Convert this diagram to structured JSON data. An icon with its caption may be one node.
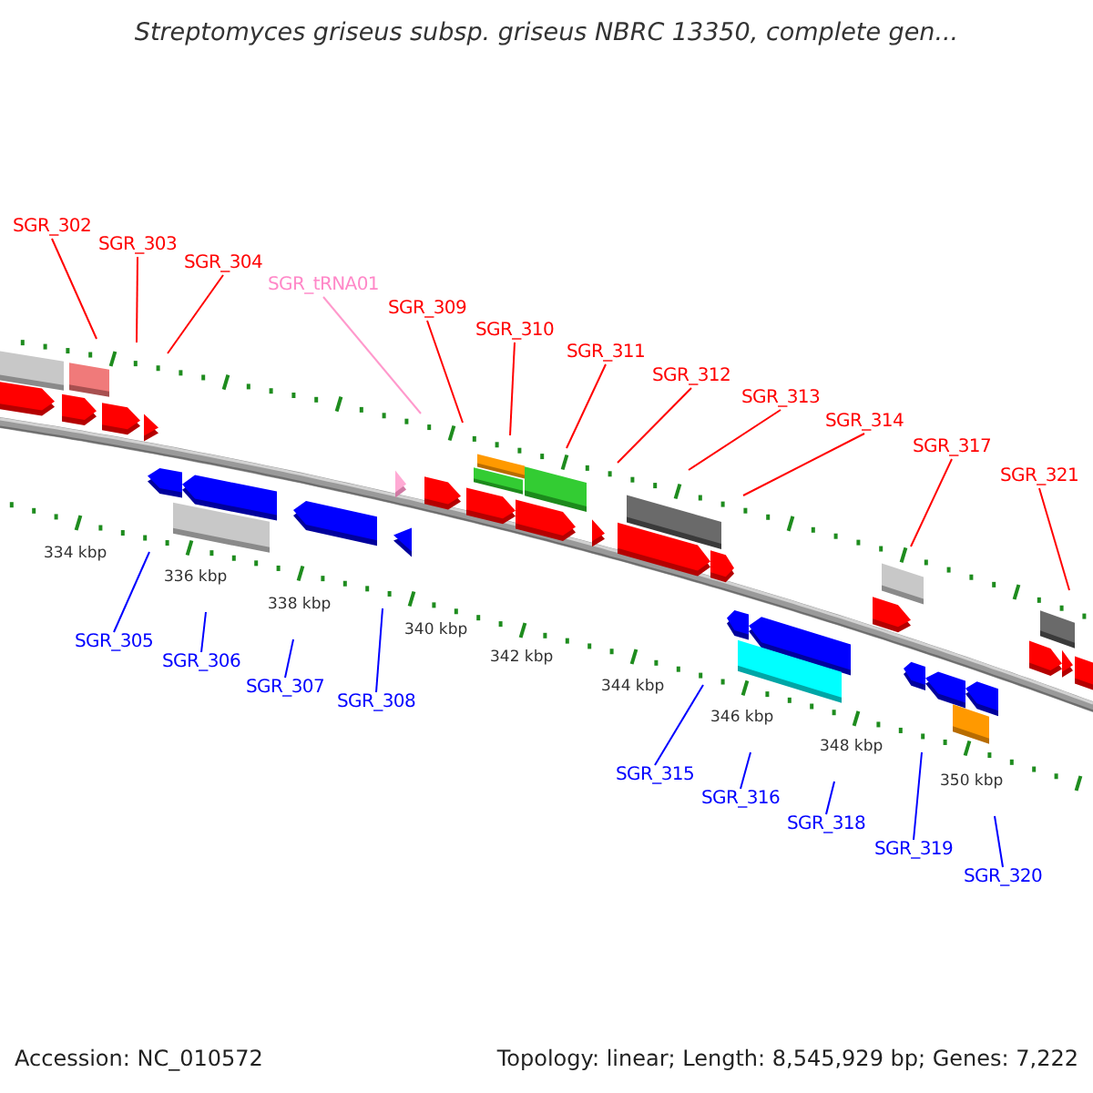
{
  "diagram": {
    "title": "Streptomyces griseus subsp. griseus NBRC 13350, complete gen...",
    "nodes": [
      {
        "text": [
          "SGR_302"
        ]
      },
      {
        "text": [
          "SGR_303"
        ]
      },
      {
        "text": [
          "SGR_304"
        ]
      },
      {
        "text": [
          "SGR_tRNA01"
        ]
      },
      {
        "text": [
          "SGR_309"
        ]
      },
      {
        "text": [
          "SGR_310"
        ]
      },
      {
        "text": [
          "SGR_311"
        ]
      },
      {
        "text": [
          "SGR_312"
        ]
      },
      {
        "text": [
          "SGR_313"
        ]
      },
      {
        "text": [
          "SGR_314"
        ]
      },
      {
        "text": [
          "SGR_317"
        ]
      },
      {
        "text": [
          "SGR_321"
        ]
      },
      {
        "text": [
          "SGR_305"
        ]
      },
      {
        "text": [
          "SGR_306"
        ]
      },
      {
        "text": [
          "SGR_307"
        ]
      },
      {
        "text": [
          "SGR_308"
        ]
      },
      {
        "text": [
          "SGR_315"
        ]
      },
      {
        "text": [
          "SGR_316"
        ]
      },
      {
        "text": [
          "SGR_318"
        ]
      },
      {
        "text": [
          "SGR_319"
        ]
      },
      {
        "text": [
          "SGR_320"
        ]
      }
    ],
    "edges": [
      {
        "from": 0,
        "to": null,
        "arrow": "none"
      },
      {
        "from": 1,
        "to": null,
        "arrow": "none"
      },
      {
        "from": 2,
        "to": null,
        "arrow": "none"
      },
      {
        "from": 3,
        "to": null,
        "arrow": "none",
        "color": "#ff99cc"
      },
      {
        "from": 4,
        "to": null,
        "arrow": "none"
      },
      {
        "from": 5,
        "to": null,
        "arrow": "none"
      },
      {
        "from": 6,
        "to": null,
        "arrow": "none"
      },
      {
        "from": 7,
        "to": null,
        "arrow": "none"
      },
      {
        "from": 8,
        "to": null,
        "arrow": "none"
      },
      {
        "from": 9,
        "to": null,
        "arrow": "none"
      },
      {
        "from": 10,
        "to": null,
        "arrow": "none"
      },
      {
        "from": 11,
        "to": null,
        "arrow": "none"
      },
      {
        "from": 12,
        "to": null,
        "arrow": "none",
        "color": "#0000ff"
      },
      {
        "from": 13,
        "to": null,
        "arrow": "none",
        "color": "#0000ff"
      },
      {
        "from": 14,
        "to": null,
        "arrow": "none",
        "color": "#0000ff"
      },
      {
        "from": 15,
        "to": null,
        "arrow": "none",
        "color": "#0000ff"
      },
      {
        "from": 16,
        "to": null,
        "arrow": "none",
        "color": "#0000ff"
      },
      {
        "from": 17,
        "to": null,
        "arrow": "none",
        "color": "#0000ff"
      },
      {
        "from": 18,
        "to": null,
        "arrow": "none",
        "color": "#0000ff"
      },
      {
        "from": 19,
        "to": null,
        "arrow": "none",
        "color": "#0000ff"
      },
      {
        "from": 20,
        "to": null,
        "arrow": "none",
        "color": "#0000ff"
      }
    ],
    "labels": [
      "334 kbp",
      "336 kbp",
      "338 kbp",
      "340 kbp",
      "342 kbp",
      "344 kbp",
      "346 kbp",
      "348 kbp",
      "350 kbp",
      "Accession: NC_010572",
      "Topology: linear; Length: 8,545,929 bp; Genes: 7,222"
    ]
  }
}
